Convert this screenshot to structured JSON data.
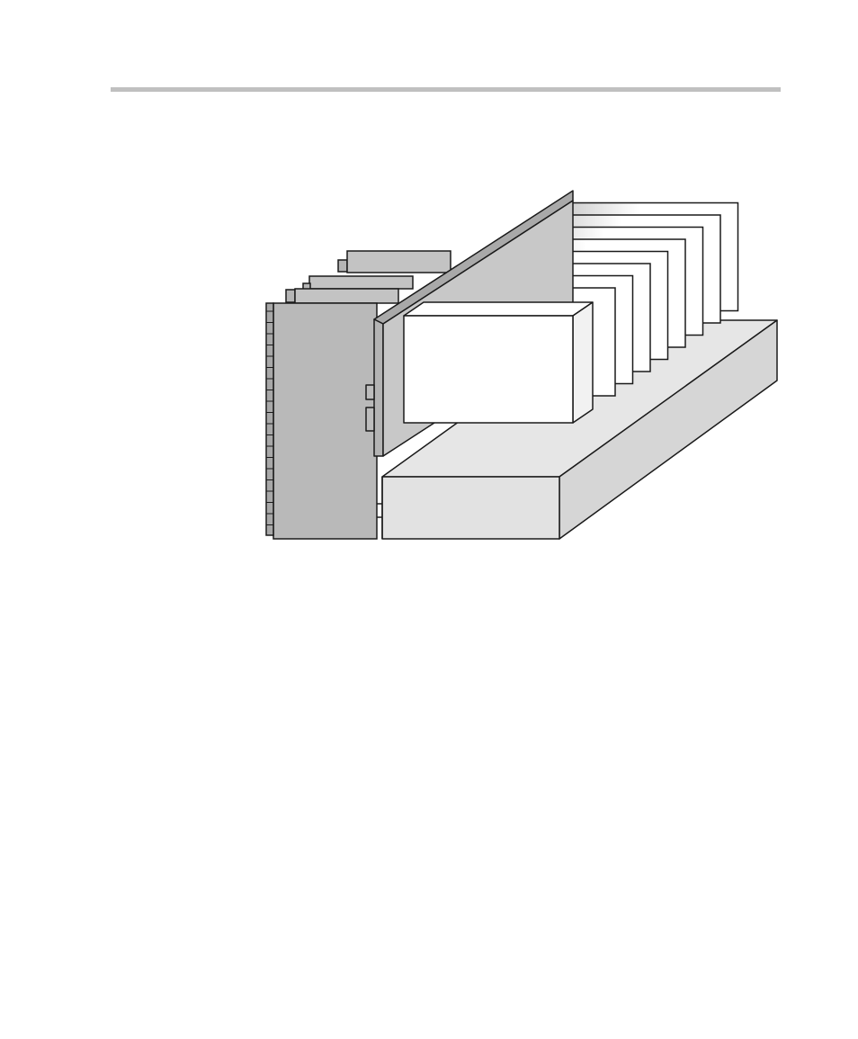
{
  "page": {
    "header_rule": true
  },
  "illustration": {
    "subject": "hardware-chassis",
    "parts": [
      "base-block",
      "side-cards",
      "front-panel",
      "rear-cards",
      "front-module"
    ],
    "colors": {
      "outline": "#1a1a1a",
      "panel": "#b9b9b9",
      "base": "#e2e2e2",
      "card_light": "#ffffff",
      "card_shade": "#c8c8c8",
      "rule": "#c0c0c0"
    }
  }
}
